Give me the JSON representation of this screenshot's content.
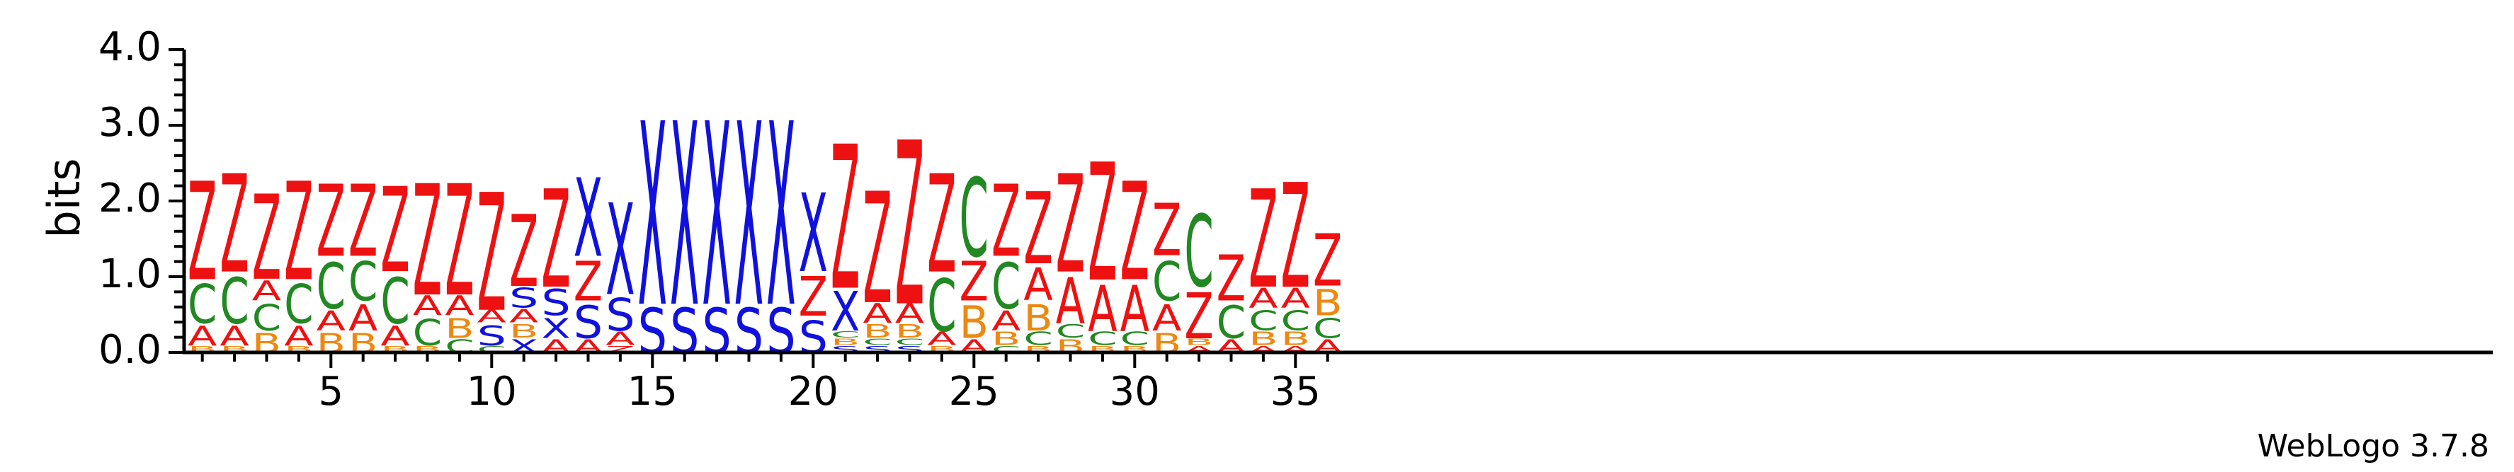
{
  "chart_data": {
    "type": "sequence-logo",
    "ylabel": "bits",
    "ylim": [
      0,
      4.0
    ],
    "y_ticks": [
      "0.0",
      "1.0",
      "2.0",
      "3.0",
      "4.0"
    ],
    "x_ticks": [
      "5",
      "10",
      "15",
      "20",
      "25",
      "30",
      "35"
    ],
    "colors": {
      "Z": "#ee1111",
      "A": "#ee1111",
      "X": "#1111dd",
      "S": "#1111dd",
      "C": "#228822",
      "B": "#ee8811"
    },
    "positions": [
      {
        "pos": 1,
        "stack": [
          [
            "B",
            0.1
          ],
          [
            "A",
            0.3
          ],
          [
            "C",
            0.6
          ],
          [
            "Z",
            1.5
          ]
        ]
      },
      {
        "pos": 2,
        "stack": [
          [
            "B",
            0.1
          ],
          [
            "A",
            0.3
          ],
          [
            "C",
            0.7
          ],
          [
            "Z",
            1.5
          ]
        ]
      },
      {
        "pos": 3,
        "stack": [
          [
            "B",
            0.3
          ],
          [
            "C",
            0.4
          ],
          [
            "A",
            0.3
          ],
          [
            "Z",
            1.3
          ]
        ]
      },
      {
        "pos": 4,
        "stack": [
          [
            "B",
            0.1
          ],
          [
            "A",
            0.3
          ],
          [
            "C",
            0.6
          ],
          [
            "Z",
            1.5
          ]
        ]
      },
      {
        "pos": 5,
        "stack": [
          [
            "B",
            0.3
          ],
          [
            "A",
            0.3
          ],
          [
            "C",
            0.7
          ],
          [
            "Z",
            1.1
          ]
        ]
      },
      {
        "pos": 6,
        "stack": [
          [
            "B",
            0.3
          ],
          [
            "A",
            0.4
          ],
          [
            "C",
            0.6
          ],
          [
            "Z",
            1.1
          ]
        ]
      },
      {
        "pos": 7,
        "stack": [
          [
            "B",
            0.1
          ],
          [
            "A",
            0.3
          ],
          [
            "C",
            0.7
          ],
          [
            "Z",
            1.3
          ]
        ]
      },
      {
        "pos": 8,
        "stack": [
          [
            "B",
            0.1
          ],
          [
            "C",
            0.4
          ],
          [
            "A",
            0.3
          ],
          [
            "Z",
            1.7
          ]
        ]
      },
      {
        "pos": 9,
        "stack": [
          [
            "C",
            0.2
          ],
          [
            "B",
            0.3
          ],
          [
            "A",
            0.3
          ],
          [
            "Z",
            1.7
          ]
        ]
      },
      {
        "pos": 10,
        "stack": [
          [
            "C",
            0.1
          ],
          [
            "S",
            0.3
          ],
          [
            "A",
            0.2
          ],
          [
            "Z",
            1.8
          ]
        ]
      },
      {
        "pos": 11,
        "stack": [
          [
            "X",
            0.2
          ],
          [
            "B",
            0.2
          ],
          [
            "A",
            0.2
          ],
          [
            "S",
            0.3
          ],
          [
            "Z",
            1.1
          ]
        ]
      },
      {
        "pos": 12,
        "stack": [
          [
            "A",
            0.2
          ],
          [
            "X",
            0.3
          ],
          [
            "S",
            0.4
          ],
          [
            "Z",
            1.5
          ]
        ]
      },
      {
        "pos": 13,
        "stack": [
          [
            "A",
            0.2
          ],
          [
            "S",
            0.5
          ],
          [
            "Z",
            0.6
          ],
          [
            "X",
            1.2
          ]
        ]
      },
      {
        "pos": 14,
        "stack": [
          [
            "Z",
            0.1
          ],
          [
            "A",
            0.2
          ],
          [
            "S",
            0.5
          ],
          [
            "X",
            1.4
          ]
        ]
      },
      {
        "pos": 15,
        "stack": [
          [
            "S",
            0.7
          ],
          [
            "X",
            2.8
          ]
        ]
      },
      {
        "pos": 16,
        "stack": [
          [
            "S",
            0.7
          ],
          [
            "X",
            2.8
          ]
        ]
      },
      {
        "pos": 17,
        "stack": [
          [
            "S",
            0.7
          ],
          [
            "X",
            2.8
          ]
        ]
      },
      {
        "pos": 18,
        "stack": [
          [
            "S",
            0.7
          ],
          [
            "X",
            2.8
          ]
        ]
      },
      {
        "pos": 19,
        "stack": [
          [
            "S",
            0.7
          ],
          [
            "X",
            2.8
          ]
        ]
      },
      {
        "pos": 20,
        "stack": [
          [
            "S",
            0.5
          ],
          [
            "Z",
            0.6
          ],
          [
            "X",
            1.2
          ]
        ]
      },
      {
        "pos": 21,
        "stack": [
          [
            "S",
            0.1
          ],
          [
            "B",
            0.1
          ],
          [
            "C",
            0.1
          ],
          [
            "X",
            0.6
          ],
          [
            "Z",
            2.2
          ]
        ]
      },
      {
        "pos": 22,
        "stack": [
          [
            "S",
            0.1
          ],
          [
            "C",
            0.1
          ],
          [
            "B",
            0.2
          ],
          [
            "A",
            0.3
          ],
          [
            "Z",
            1.7
          ]
        ]
      },
      {
        "pos": 23,
        "stack": [
          [
            "S",
            0.1
          ],
          [
            "C",
            0.1
          ],
          [
            "B",
            0.2
          ],
          [
            "A",
            0.3
          ],
          [
            "Z",
            2.5
          ]
        ]
      },
      {
        "pos": 24,
        "stack": [
          [
            "B",
            0.1
          ],
          [
            "A",
            0.2
          ],
          [
            "C",
            0.8
          ],
          [
            "Z",
            1.5
          ]
        ]
      },
      {
        "pos": 25,
        "stack": [
          [
            "A",
            0.2
          ],
          [
            "B",
            0.5
          ],
          [
            "Z",
            0.6
          ],
          [
            "C",
            1.2
          ]
        ]
      },
      {
        "pos": 26,
        "stack": [
          [
            "C",
            0.1
          ],
          [
            "B",
            0.2
          ],
          [
            "A",
            0.3
          ],
          [
            "C",
            0.7
          ],
          [
            "Z",
            1.1
          ]
        ]
      },
      {
        "pos": 27,
        "stack": [
          [
            "B",
            0.1
          ],
          [
            "C",
            0.2
          ],
          [
            "B",
            0.4
          ],
          [
            "A",
            0.5
          ],
          [
            "Z",
            1.1
          ]
        ]
      },
      {
        "pos": 28,
        "stack": [
          [
            "B",
            0.2
          ],
          [
            "C",
            0.2
          ],
          [
            "A",
            0.7
          ],
          [
            "Z",
            1.5
          ]
        ]
      },
      {
        "pos": 29,
        "stack": [
          [
            "B",
            0.1
          ],
          [
            "C",
            0.2
          ],
          [
            "A",
            0.7
          ],
          [
            "Z",
            1.8
          ]
        ]
      },
      {
        "pos": 30,
        "stack": [
          [
            "B",
            0.1
          ],
          [
            "C",
            0.2
          ],
          [
            "A",
            0.7
          ],
          [
            "Z",
            1.5
          ]
        ]
      },
      {
        "pos": 31,
        "stack": [
          [
            "B",
            0.3
          ],
          [
            "A",
            0.4
          ],
          [
            "C",
            0.6
          ],
          [
            "Z",
            0.8
          ]
        ]
      },
      {
        "pos": 32,
        "stack": [
          [
            "A",
            0.1
          ],
          [
            "B",
            0.1
          ],
          [
            "Z",
            0.7
          ],
          [
            "C",
            1.1
          ]
        ]
      },
      {
        "pos": 33,
        "stack": [
          [
            "A",
            0.2
          ],
          [
            "C",
            0.5
          ],
          [
            "Z",
            0.7
          ]
        ]
      },
      {
        "pos": 34,
        "stack": [
          [
            "A",
            0.1
          ],
          [
            "B",
            0.2
          ],
          [
            "C",
            0.3
          ],
          [
            "A",
            0.3
          ],
          [
            "Z",
            1.5
          ]
        ]
      },
      {
        "pos": 35,
        "stack": [
          [
            "A",
            0.1
          ],
          [
            "B",
            0.2
          ],
          [
            "C",
            0.3
          ],
          [
            "A",
            0.3
          ],
          [
            "Z",
            1.6
          ]
        ]
      },
      {
        "pos": 36,
        "stack": [
          [
            "A",
            0.2
          ],
          [
            "C",
            0.3
          ],
          [
            "B",
            0.4
          ],
          [
            "Z",
            0.8
          ]
        ]
      }
    ]
  },
  "footer": {
    "credit": "WebLogo 3.7.8"
  }
}
